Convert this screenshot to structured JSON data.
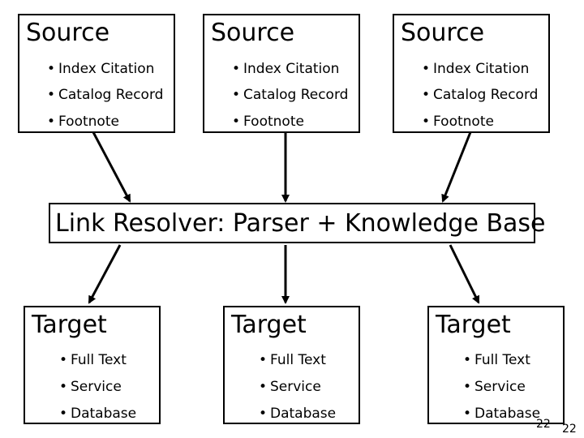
{
  "sources": [
    {
      "title": "Source",
      "items": [
        "Index Citation",
        "Catalog Record",
        "Footnote"
      ]
    },
    {
      "title": "Source",
      "items": [
        "Index Citation",
        "Catalog Record",
        "Footnote"
      ]
    },
    {
      "title": "Source",
      "items": [
        "Index Citation",
        "Catalog Record",
        "Footnote"
      ]
    }
  ],
  "resolver": {
    "label": "Link Resolver:  Parser + Knowledge Base"
  },
  "targets": [
    {
      "title": "Target",
      "items": [
        "Full Text",
        "Service",
        "Database"
      ]
    },
    {
      "title": "Target",
      "items": [
        "Full Text",
        "Service",
        "Database"
      ]
    },
    {
      "title": "Target",
      "items": [
        "Full Text",
        "Service",
        "Database"
      ]
    }
  ],
  "bullet_glyph": "•",
  "page_numbers": [
    "22",
    "22"
  ]
}
